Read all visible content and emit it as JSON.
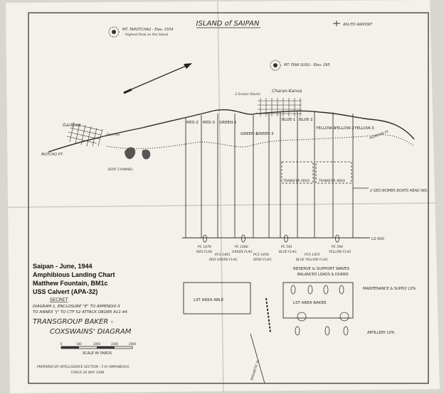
{
  "map": {
    "title": "ISLAND of SAIPAN",
    "caption": {
      "line1": "Saipan - June, 1944",
      "line2": "Amphibious Landing Chart",
      "line3": "Matthew Fountain, BM1c",
      "line4": "USS Calvert (APA-32)"
    },
    "places": {
      "tapotchau": "MT. TAPOTCHAU - Elev. 1554",
      "tapotchau_sub": "Highest Peak on the Island",
      "aslito": "ASLITO AIRPORT",
      "fina_susu": "MT. FINA SUSU - Elev. 295",
      "charan_kanoa": "Charan-Kanoa",
      "smoke_stacks": "3 Smoke Stacks",
      "garapan": "Garapan",
      "fort": "Fort Pier",
      "muchot": "MUTCHO PT.",
      "boat_channel": "BOAT CHANNEL",
      "agingan": "AGINGAN PT."
    },
    "beaches": [
      "RED-2",
      "RED-3",
      "GREEN-1",
      "GREEN-2",
      "GREEN-3",
      "BLUE-1",
      "BLUE-2",
      "YELLOW-1",
      "YELLOW-2",
      "YELLOW-3"
    ],
    "areas": {
      "transfer1": "TRANSFER AREA",
      "transfer2": "TRANSFER AREA",
      "lst_area_able": "LST AREA ABLE",
      "lst_area_baker": "LST AREA BAKER",
      "reserve": "RESERVE & SUPPORT WAVES",
      "reserve_sub": "BALANCED LOADS & DUKWS",
      "maintenance": "MAINTENANCE & SUPPLY LSTs",
      "artillery": "ARTILLERY LSTs",
      "rendezvous": "2 GEO-BOMBS BOATS HEAD ING",
      "lod": "LD 000",
      "magnetic": "MAGNETIC N."
    },
    "control": {
      "pc1078": "PC 1078",
      "red_flag": "RED FLAG",
      "pc1080": "PC 1080",
      "green_flag": "GREEN FLAG",
      "pcs1461": "PCS 1461",
      "red_green_flag": "RED GREEN FLAG",
      "pcs1458": "PCS 1458",
      "zero_flag": "ZERO FLAG",
      "pc581": "PC 581",
      "blue_flag": "BLUE FLAG",
      "pc590": "PC 590",
      "yellow_flag": "YELLOW FLAG",
      "pcs1455": "PCS 1455",
      "blue_yellow_flag": "BLUE YELLOW FLAG"
    },
    "note": {
      "secret": "SECRET",
      "line1": "DIAGRAM 1, ENCLOSURE \"E\" TO APPENDIX II",
      "line2": "TO ANNEX \"J\" TO CTF 52 ATTACK ORDER A11-44",
      "title1": "TRANSGROUP BAKER -",
      "title2": "COXSWAINS' DIAGRAM"
    },
    "scale": {
      "ticks": [
        "0",
        "500",
        "1000",
        "1500",
        "2000"
      ],
      "label": "SCALE IN YARDS"
    },
    "prepared": {
      "line1": "PREPARED BY INTELLIGENCE SECTION - 5 th AMPHIBIOUS",
      "line2": "FORCE 26 MAY 1944"
    },
    "colors": {
      "paper": "#f3f1ea",
      "ink": "#2a2a2a",
      "background": "#d9d6cf"
    }
  }
}
